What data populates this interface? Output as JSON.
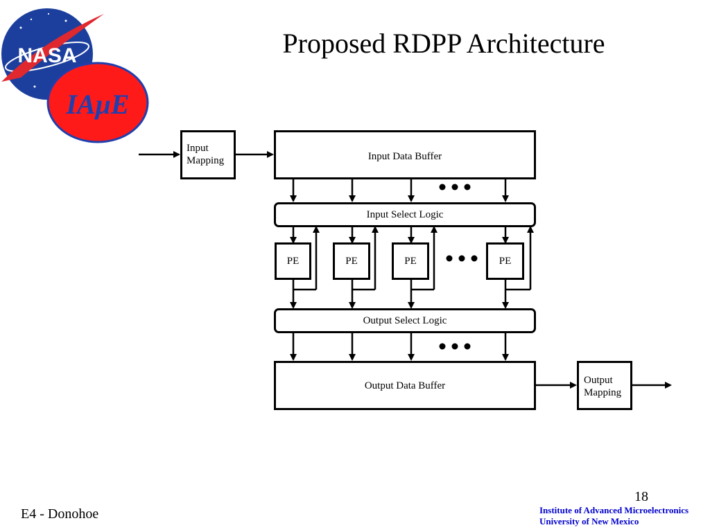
{
  "slide": {
    "title": "Proposed RDPP Architecture",
    "footer_left": "E4 - Donohoe",
    "page_number": "18",
    "institution_line1": "Institute of Advanced Microelectronics",
    "institution_line2": "University of New Mexico"
  },
  "logos": {
    "nasa_text": "NASA",
    "iame_text": "IAμE",
    "nasa_color": "#1c3f9e",
    "nasa_red": "#e0282f",
    "iame_fill": "#ff1a1a",
    "iame_ring": "#1f3fae",
    "iame_text_color": "#1f3fae"
  },
  "diagram": {
    "input_mapping_line1": "Input",
    "input_mapping_line2": "Mapping",
    "input_data_buffer": "Input Data Buffer",
    "input_select_logic": "Input Select Logic",
    "pe_label": "PE",
    "output_select_logic": "Output Select Logic",
    "output_data_buffer": "Output Data Buffer",
    "output_mapping_line1": "Output",
    "output_mapping_line2": "Mapping"
  }
}
